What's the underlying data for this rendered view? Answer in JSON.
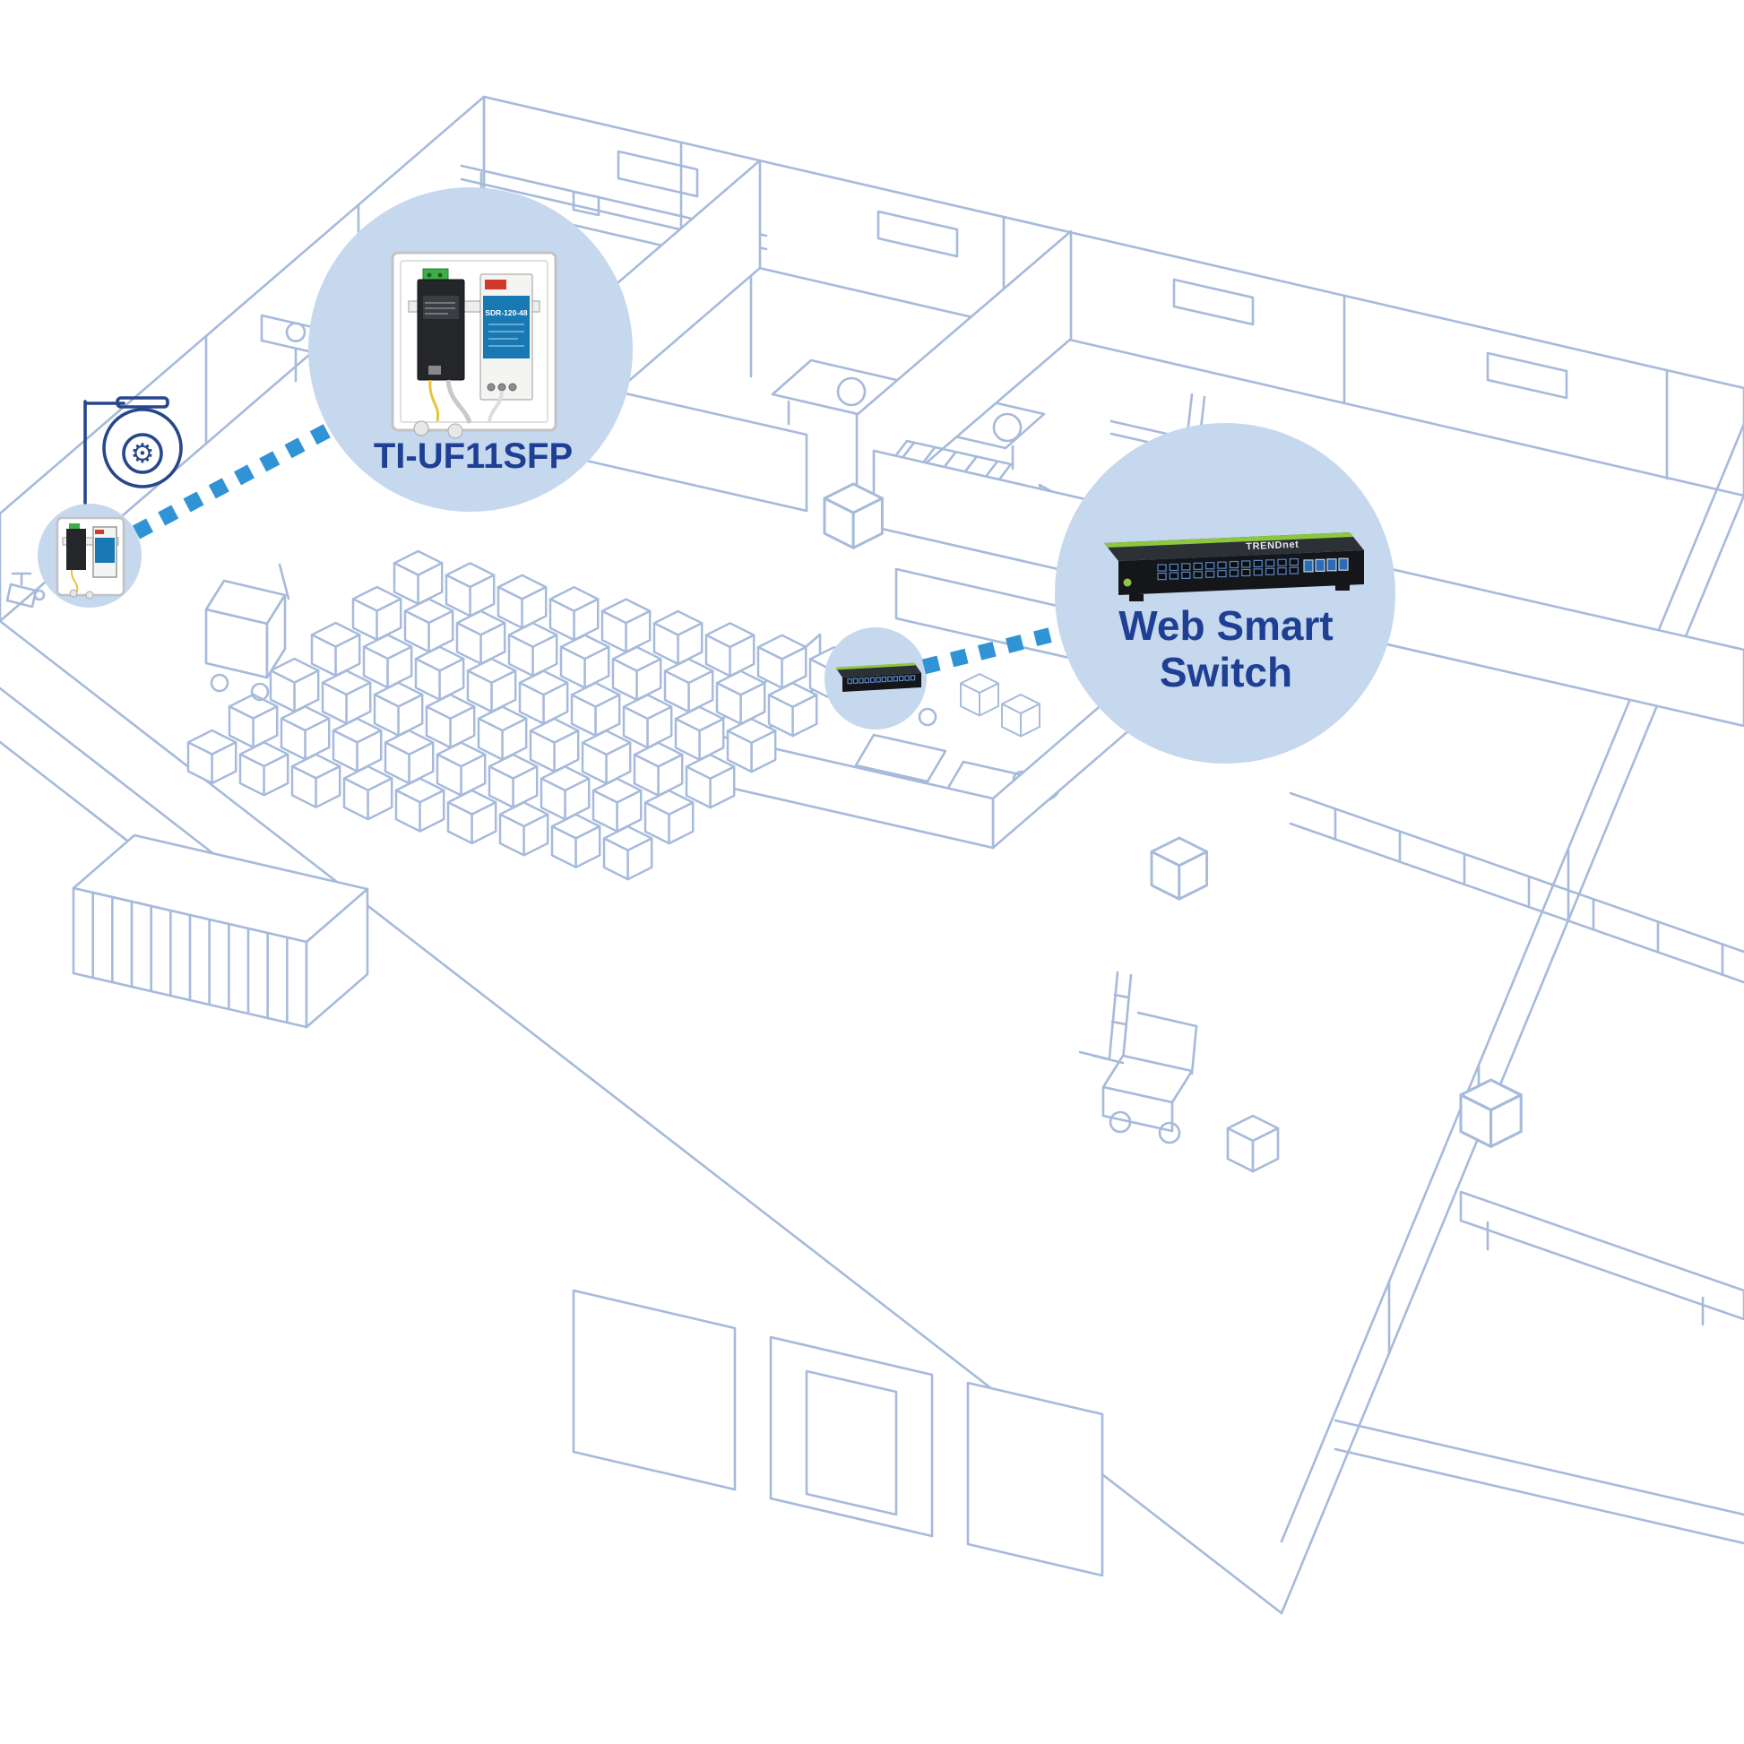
{
  "labels": {
    "converter_model": "TI-UF11SFP",
    "switch_title_line1": "Web Smart",
    "switch_title_line2": "Switch"
  },
  "devices": {
    "psu_model": "SDR-120-48",
    "switch_brand": "TRENDnet"
  },
  "icons": {
    "camera_gear": "⚙"
  },
  "colors": {
    "floorplan_line": "#a6badb",
    "floorplan_line_light": "#c2cfe4",
    "accent_text": "#1e3f94",
    "bubble_fill": "#c5d8ee",
    "dash_blue": "#2f93d6",
    "camera_outline": "#27468c",
    "device_dark": "#1c1e22",
    "psu_blue": "#1878b4",
    "psu_logo_red": "#d03a2b",
    "switch_green": "#8dc63f",
    "port_outline": "#5b87c5",
    "terminal_green": "#3fae49",
    "wire_yellow": "#e6c437"
  }
}
